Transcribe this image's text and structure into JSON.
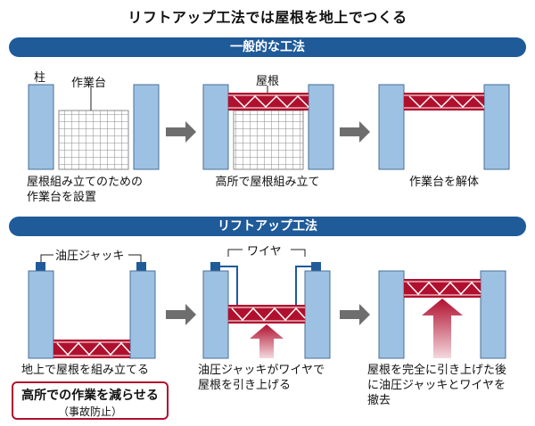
{
  "title": "リフトアップ工法では屋根を地上でつくる",
  "section_general": {
    "banner": "一般的な工法",
    "labels": {
      "pillar": "柱",
      "work_platform": "作業台",
      "roof": "屋根"
    },
    "steps": [
      {
        "caption_line1": "屋根組み立てのための",
        "caption_line2": "作業台を設置"
      },
      {
        "caption_line1": "高所で屋根組み立て"
      },
      {
        "caption_line1": "作業台を解体"
      }
    ]
  },
  "section_liftup": {
    "banner": "リフトアップ工法",
    "labels": {
      "hydraulic_jack": "油圧ジャッキ",
      "wire": "ワイヤ"
    },
    "steps": [
      {
        "caption_line1": "地上で屋根を組み立てる"
      },
      {
        "caption_line1": "油圧ジャッキがワイヤで",
        "caption_line2": "屋根を引き上げる"
      },
      {
        "caption_line1": "屋根を完全に引き上げた後",
        "caption_line2": "に油圧ジャッキとワイヤを",
        "caption_line3": "撤去"
      }
    ],
    "note": {
      "line1": "高所での作業を減らせる",
      "line2": "（事故防止）"
    }
  },
  "colors": {
    "banner": "#1f5a99",
    "pillar": "#9dc1e3",
    "pillar_border": "#4a6f96",
    "roof": "#b0102e",
    "arrow_gray": "#6e6e6e",
    "jack": "#1f5a99"
  }
}
